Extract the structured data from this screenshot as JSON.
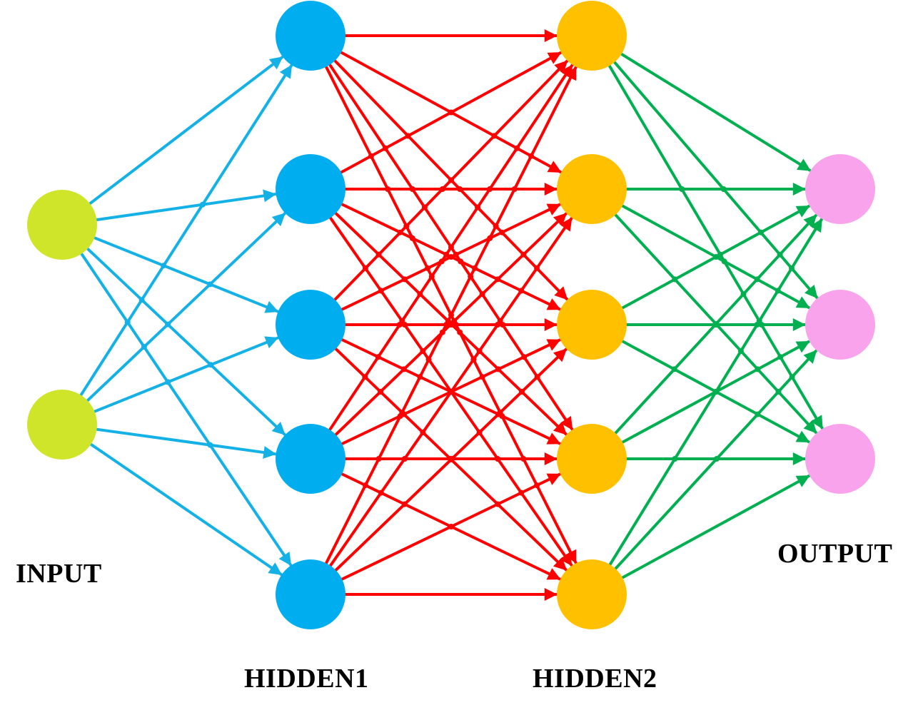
{
  "labels": {
    "input": "INPUT",
    "hidden1": "HIDDEN1",
    "hidden2": "HIDDEN2",
    "output": "OUTPUT"
  },
  "layers": [
    {
      "key": "input",
      "nodes": 2,
      "color": "#cfe52a"
    },
    {
      "key": "hidden1",
      "nodes": 5,
      "color": "#00aeef"
    },
    {
      "key": "hidden2",
      "nodes": 5,
      "color": "#ffc000"
    },
    {
      "key": "output",
      "nodes": 3,
      "color": "#f9a3ec"
    }
  ],
  "connections": [
    {
      "from": "input",
      "to": "hidden1",
      "color": "#14b1e7"
    },
    {
      "from": "hidden1",
      "to": "hidden2",
      "color": "#ff0000"
    },
    {
      "from": "hidden2",
      "to": "output",
      "color": "#00b050"
    }
  ],
  "fully_connected": true
}
